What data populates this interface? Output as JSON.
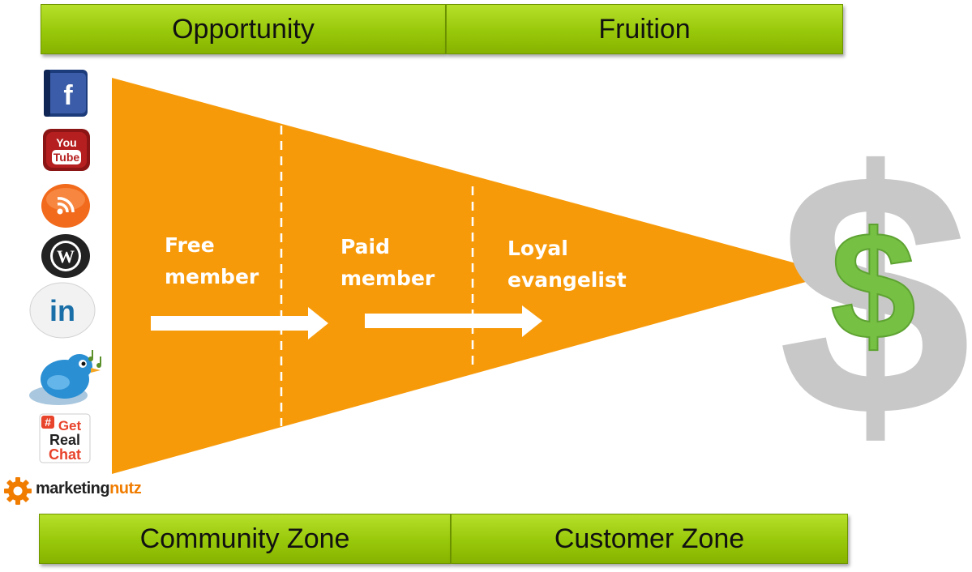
{
  "top_bars": {
    "opportunity": "Opportunity",
    "fruition": "Fruition"
  },
  "bottom_bars": {
    "community_zone": "Community Zone",
    "customer_zone": "Customer Zone"
  },
  "stages": [
    {
      "line1": "Free",
      "line2": "member"
    },
    {
      "line1": "Paid",
      "line2": "member"
    },
    {
      "line1": "Loyal",
      "line2": "evangelist"
    }
  ],
  "icons": {
    "facebook": {
      "name": "facebook-icon",
      "text": "f"
    },
    "youtube": {
      "name": "youtube-icon",
      "line1": "You",
      "line2": "Tube"
    },
    "rss": {
      "name": "rss-icon"
    },
    "wordpress": {
      "name": "wordpress-icon",
      "text": "W"
    },
    "linkedin": {
      "name": "linkedin-icon",
      "text": "in"
    },
    "twitter": {
      "name": "twitter-bird-icon"
    },
    "getrealchat": {
      "name": "get-real-chat-icon",
      "hash": "#",
      "line1": "Get",
      "line2": "Real",
      "line3": "Chat"
    }
  },
  "brand": {
    "part1": "marketing",
    "part2": "nutz"
  },
  "dollar": {
    "symbol": "$"
  },
  "colors": {
    "funnel": "#f79a0a",
    "bar_green": "#98c80a",
    "dollar_gray": "#c8c8c8",
    "dollar_green": "#76c043",
    "arrow": "#ffffff"
  }
}
